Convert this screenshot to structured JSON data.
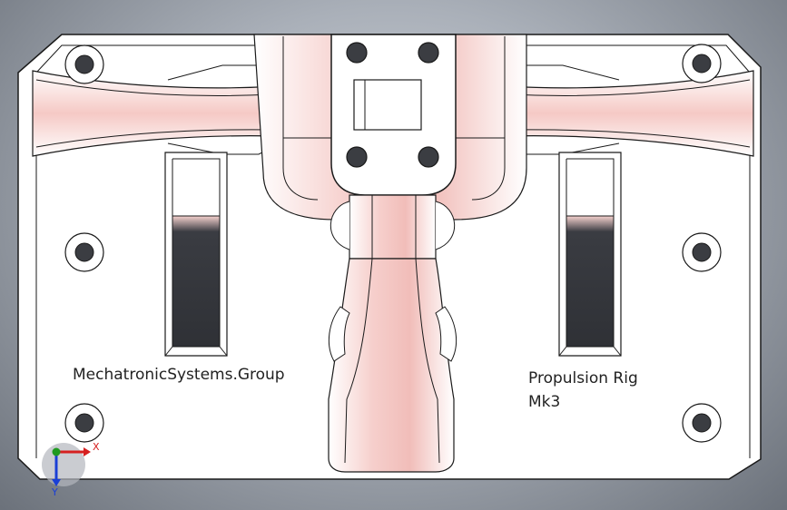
{
  "model": {
    "engraving_left": "MechatronicSystems.Group",
    "engraving_right_line1": "Propulsion Rig",
    "engraving_right_line2": "Mk3"
  },
  "triad": {
    "x_label": "X",
    "y_label": "Y",
    "colors": {
      "x": "#d62020",
      "y": "#1f9a1f",
      "z": "#1a3fd6"
    }
  },
  "colors": {
    "background_center": "#d4d8de",
    "background_edge": "#6c727b",
    "part_face": "#ffffff",
    "part_highlight": "#f4c7c4",
    "edge_line": "#1a1a1a",
    "hole_fill": "#3b3d42",
    "slot_cavity": "#3a3c42"
  },
  "holes": {
    "count": 10
  }
}
